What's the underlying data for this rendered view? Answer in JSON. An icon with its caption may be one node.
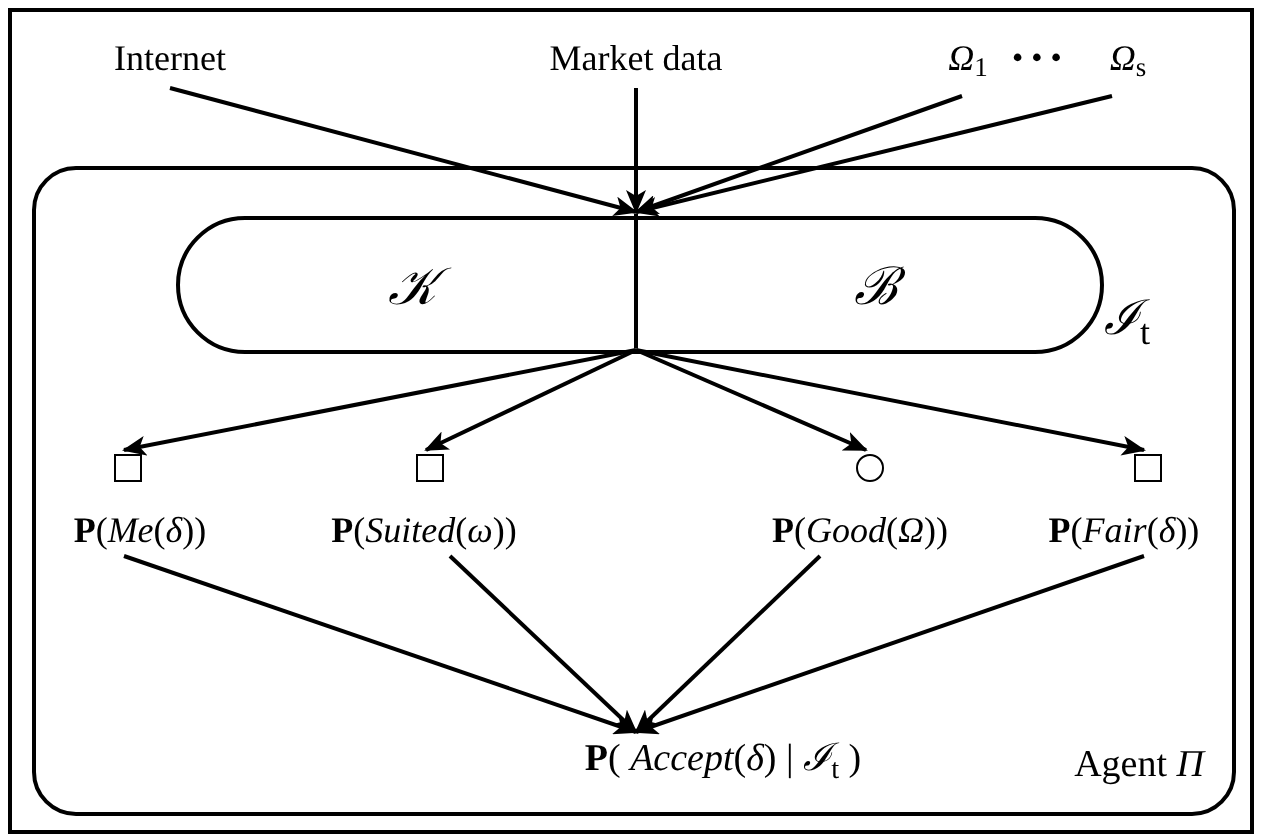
{
  "diagram": {
    "nodes": [
      {
        "text": [
          "Internet"
        ]
      },
      {
        "text": [
          "Market data"
        ]
      },
      {
        "text": [
          "*Ω*$_{1}$"
        ]
      },
      {
        "text": [
          "*Ω*$_{s}$"
        ]
      },
      {
        "text": [
          "Agent *Π*"
        ]
      },
      {
        "text": [
          "*ℐ*$_{t}$"
        ],
        "in": 4
      },
      {
        "text": [
          "𝒦"
        ],
        "in": 5
      },
      {
        "text": [
          "ℬ"
        ],
        "in": 5
      },
      {
        "text": [],
        "shape": "box",
        "in": 4
      },
      {
        "text": [],
        "shape": "box",
        "in": 4
      },
      {
        "text": [],
        "shape": "circle",
        "in": 4
      },
      {
        "text": [],
        "shape": "box",
        "in": 4
      },
      {
        "text": [
          "**P**(*Me*(*δ*))"
        ],
        "in": 4
      },
      {
        "text": [
          "**P**(*Suited*(*ω*))"
        ],
        "in": 4
      },
      {
        "text": [
          "**P**(*Good*(*Ω*))"
        ],
        "in": 4
      },
      {
        "text": [
          "**P**(*Fair*(*δ*))"
        ],
        "in": 4
      },
      {
        "text": [
          "**P**( *Accept*(*δ*) | *ℐ*$_{t}$ )"
        ],
        "in": 4
      }
    ],
    "edges": [
      {
        "from": 0,
        "to": 5,
        "arrow": "to"
      },
      {
        "from": 1,
        "to": 5,
        "arrow": "to"
      },
      {
        "from": 2,
        "to": 5,
        "arrow": "to"
      },
      {
        "from": 3,
        "to": 5,
        "arrow": "to"
      },
      {
        "from": 5,
        "to": 8,
        "arrow": "to"
      },
      {
        "from": 5,
        "to": 9,
        "arrow": "to"
      },
      {
        "from": 5,
        "to": 10,
        "arrow": "to"
      },
      {
        "from": 5,
        "to": 11,
        "arrow": "to"
      },
      {
        "from": 12,
        "to": 16,
        "arrow": "to"
      },
      {
        "from": 13,
        "to": 16,
        "arrow": "to"
      },
      {
        "from": 14,
        "to": 16,
        "arrow": "to"
      },
      {
        "from": 15,
        "to": 16,
        "arrow": "to"
      }
    ],
    "labels": [
      "• • •"
    ]
  }
}
